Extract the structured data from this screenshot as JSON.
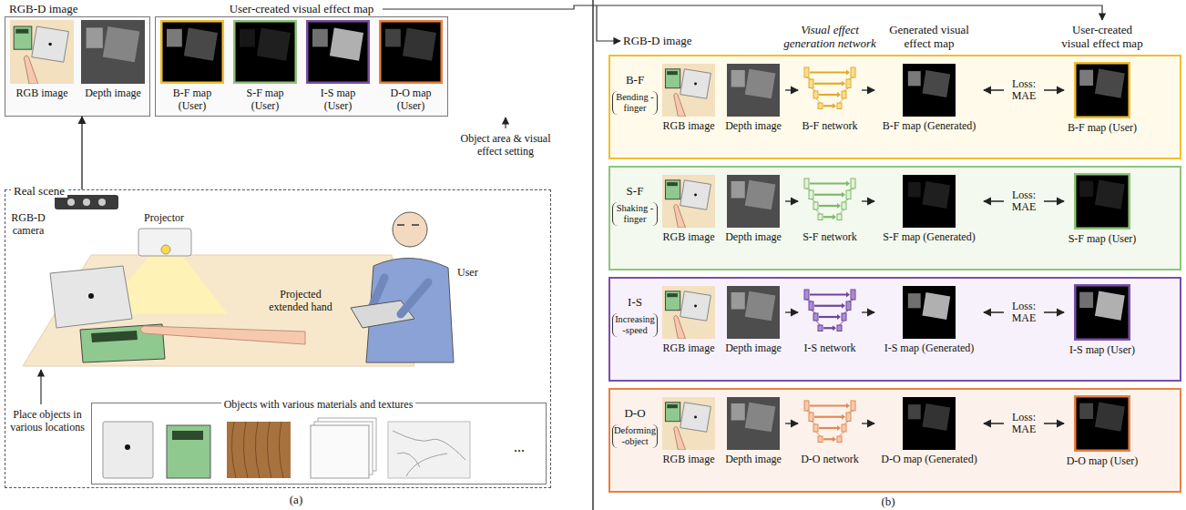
{
  "diagram": {
    "nodes": [
      {
        "text": [
          "RGB-D image"
        ]
      },
      {
        "text": [
          "RGB image"
        ],
        "in": 0
      },
      {
        "text": [
          "Depth image"
        ],
        "in": 0
      },
      {
        "text": [
          "User-created visual effect map"
        ]
      },
      {
        "text": [
          "B-F map (User)"
        ],
        "in": 3
      },
      {
        "text": [
          "S-F map (User)"
        ],
        "in": 3
      },
      {
        "text": [
          "I-S map (User)"
        ],
        "in": 3
      },
      {
        "text": [
          "D-O map (User)"
        ],
        "in": 3
      },
      {
        "text": [
          "Real scene"
        ]
      },
      {
        "text": [
          "Objects with various materials and textures"
        ],
        "in": 8
      },
      {
        "text": [
          "B-F",
          "Bending -finger"
        ]
      },
      {
        "text": [
          "RGB image"
        ],
        "in": 10
      },
      {
        "text": [
          "Depth image"
        ],
        "in": 10
      },
      {
        "text": [
          "B-F network"
        ],
        "in": 10
      },
      {
        "text": [
          "B-F map (Generated)"
        ],
        "in": 10
      },
      {
        "text": [
          "B-F map (User)"
        ],
        "in": 10
      },
      {
        "text": [
          "S-F",
          "Shaking -finger"
        ]
      },
      {
        "text": [
          "RGB image"
        ],
        "in": 16
      },
      {
        "text": [
          "Depth image"
        ],
        "in": 16
      },
      {
        "text": [
          "S-F network"
        ],
        "in": 16
      },
      {
        "text": [
          "S-F map (Generated)"
        ],
        "in": 16
      },
      {
        "text": [
          "S-F map (User)"
        ],
        "in": 16
      },
      {
        "text": [
          "I-S",
          "Increasing -speed"
        ]
      },
      {
        "text": [
          "RGB image"
        ],
        "in": 22
      },
      {
        "text": [
          "Depth image"
        ],
        "in": 22
      },
      {
        "text": [
          "I-S network"
        ],
        "in": 22
      },
      {
        "text": [
          "I-S map (Generated)"
        ],
        "in": 22
      },
      {
        "text": [
          "I-S map (User)"
        ],
        "in": 22
      },
      {
        "text": [
          "D-O",
          "Deforming -object"
        ]
      },
      {
        "text": [
          "RGB image"
        ],
        "in": 28
      },
      {
        "text": [
          "Depth image"
        ],
        "in": 28
      },
      {
        "text": [
          "D-O network"
        ],
        "in": 28
      },
      {
        "text": [
          "D-O map (Generated)"
        ],
        "in": 28
      },
      {
        "text": [
          "D-O map (User)"
        ],
        "in": 28
      }
    ],
    "edges": [
      {
        "from": 8,
        "to": 0,
        "arrow": "to"
      },
      {
        "from": 12,
        "to": 13,
        "arrow": "to"
      },
      {
        "from": 13,
        "to": 14,
        "arrow": "to"
      },
      {
        "from": 14,
        "to": 15,
        "arrow": "both",
        "label": "Loss: MAE"
      },
      {
        "from": 18,
        "to": 19,
        "arrow": "to"
      },
      {
        "from": 19,
        "to": 20,
        "arrow": "to"
      },
      {
        "from": 20,
        "to": 21,
        "arrow": "both",
        "label": "Loss: MAE"
      },
      {
        "from": 24,
        "to": 25,
        "arrow": "to"
      },
      {
        "from": 25,
        "to": 26,
        "arrow": "to"
      },
      {
        "from": 26,
        "to": 27,
        "arrow": "both",
        "label": "Loss: MAE"
      },
      {
        "from": 30,
        "to": 31,
        "arrow": "to"
      },
      {
        "from": 31,
        "to": 32,
        "arrow": "to"
      },
      {
        "from": 32,
        "to": 33,
        "arrow": "both",
        "label": "Loss: MAE"
      }
    ],
    "labels": [
      "RGB-D camera",
      "Projector",
      "Object area & visual effect setting",
      "User",
      "Projected extended hand",
      "Place objects in various locations",
      "...",
      "(a)",
      "RGB-D image",
      "Visual effect generation network",
      "Generated visual effect map",
      "User-created visual effect map",
      "(b)"
    ]
  }
}
